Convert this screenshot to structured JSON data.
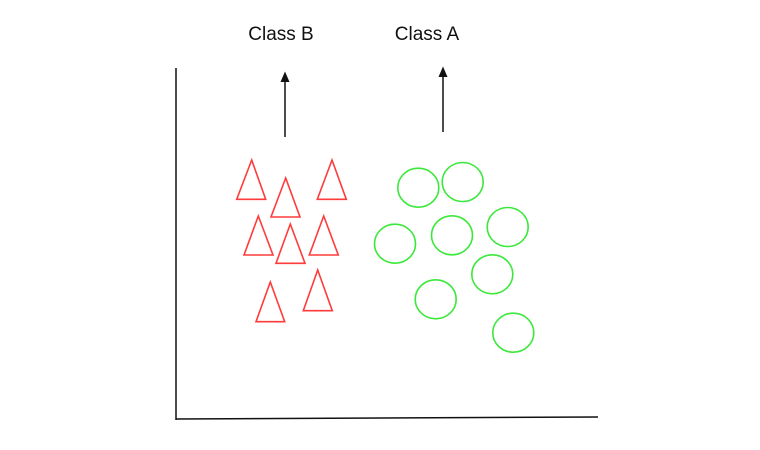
{
  "labels": {
    "class_b": "Class B",
    "class_a": "Class A"
  },
  "colors": {
    "class_b": "#ff3b3b",
    "class_a": "#3be83b",
    "axis": "#111111"
  },
  "class_b_shape": "triangle",
  "class_a_shape": "circle",
  "class_b_count": 8,
  "class_a_count": 8
}
